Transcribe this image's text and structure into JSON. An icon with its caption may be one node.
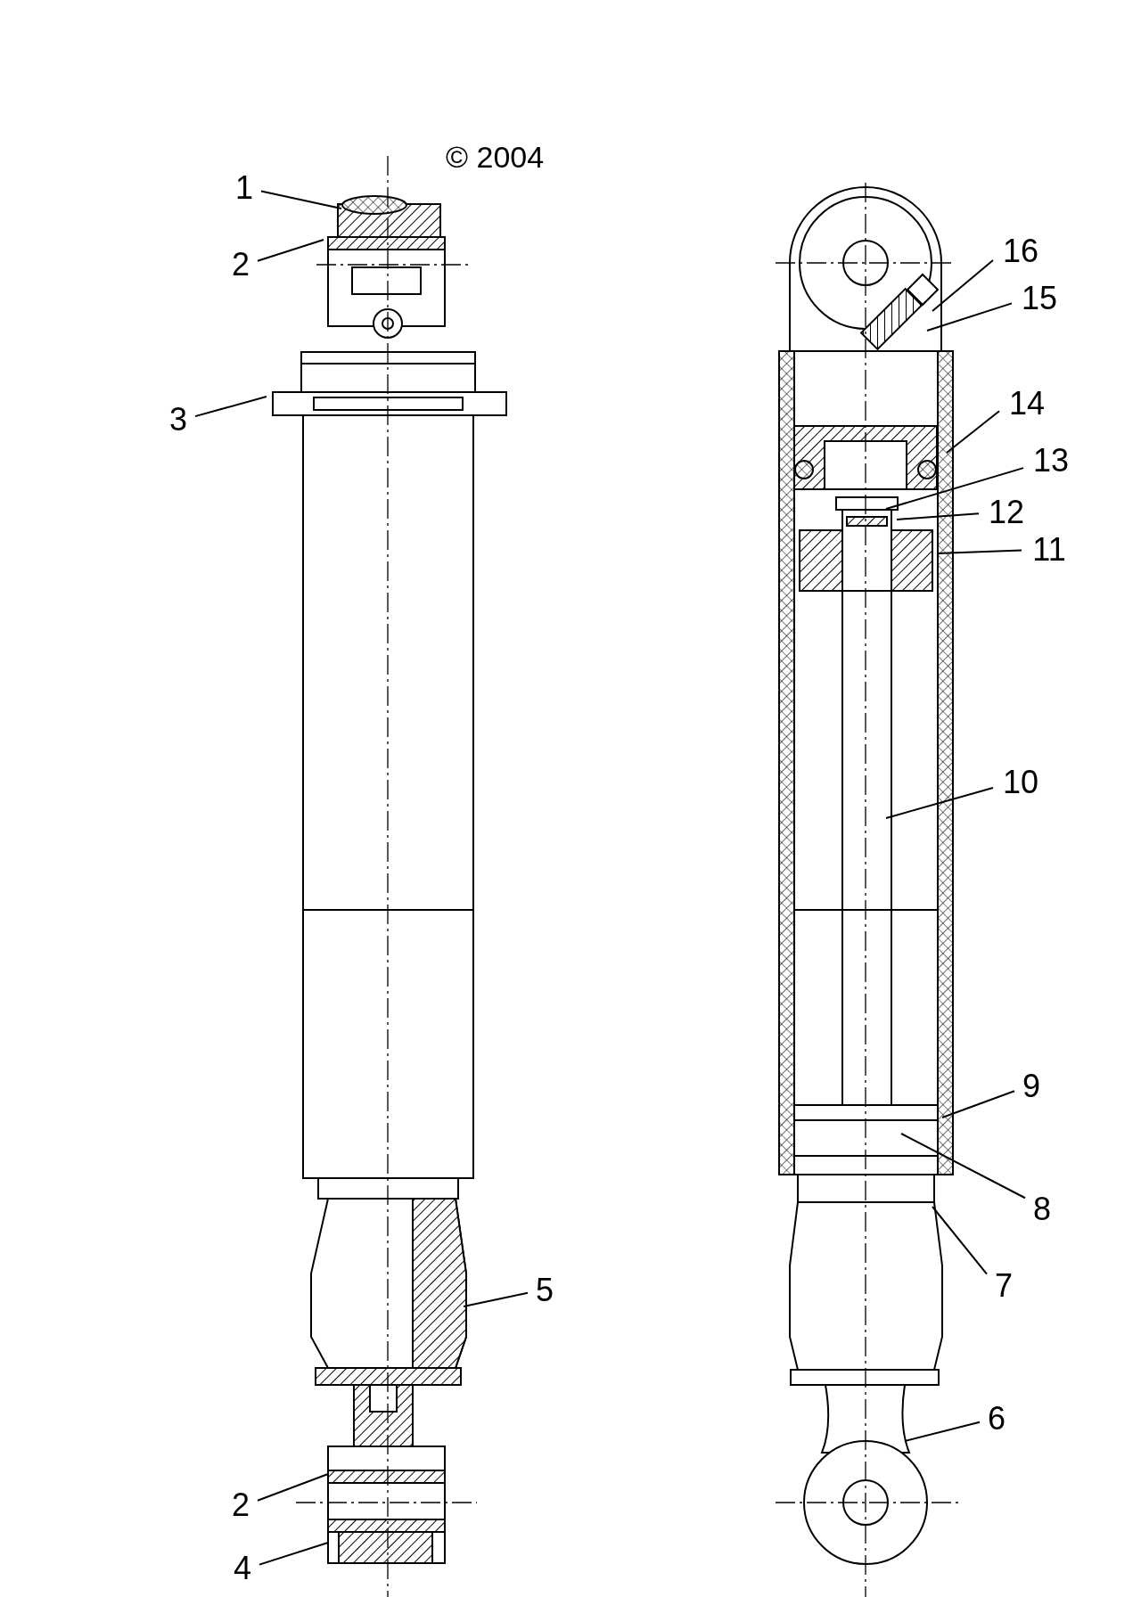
{
  "diagram": {
    "nodes": [
      {
        "text": [
          "1"
        ]
      },
      {
        "text": [
          "2"
        ]
      },
      {
        "text": [
          "3"
        ]
      },
      {
        "text": [
          "5"
        ]
      },
      {
        "text": [
          "2"
        ]
      },
      {
        "text": [
          "4"
        ]
      },
      {
        "text": [
          "16"
        ]
      },
      {
        "text": [
          "15"
        ]
      },
      {
        "text": [
          "14"
        ]
      },
      {
        "text": [
          "13"
        ]
      },
      {
        "text": [
          "12"
        ]
      },
      {
        "text": [
          "11"
        ]
      },
      {
        "text": [
          "10"
        ]
      },
      {
        "text": [
          "9"
        ]
      },
      {
        "text": [
          "8"
        ]
      },
      {
        "text": [
          "7"
        ]
      },
      {
        "text": [
          "6"
        ]
      }
    ],
    "edges": [
      {
        "from": 0,
        "to": null,
        "arrow": "none"
      },
      {
        "from": 1,
        "to": null,
        "arrow": "none"
      },
      {
        "from": 2,
        "to": null,
        "arrow": "none"
      },
      {
        "from": 3,
        "to": null,
        "arrow": "none"
      },
      {
        "from": 4,
        "to": null,
        "arrow": "none"
      },
      {
        "from": 5,
        "to": null,
        "arrow": "none"
      },
      {
        "from": 6,
        "to": null,
        "arrow": "none"
      },
      {
        "from": 7,
        "to": null,
        "arrow": "none"
      },
      {
        "from": 8,
        "to": null,
        "arrow": "none"
      },
      {
        "from": 9,
        "to": null,
        "arrow": "none"
      },
      {
        "from": 10,
        "to": null,
        "arrow": "none"
      },
      {
        "from": 11,
        "to": null,
        "arrow": "none"
      },
      {
        "from": 12,
        "to": null,
        "arrow": "none"
      },
      {
        "from": 13,
        "to": null,
        "arrow": "none"
      },
      {
        "from": 14,
        "to": null,
        "arrow": "none"
      },
      {
        "from": 15,
        "to": null,
        "arrow": "none"
      },
      {
        "from": 16,
        "to": null,
        "arrow": "none"
      }
    ],
    "labels": [
      "© 2004"
    ]
  }
}
